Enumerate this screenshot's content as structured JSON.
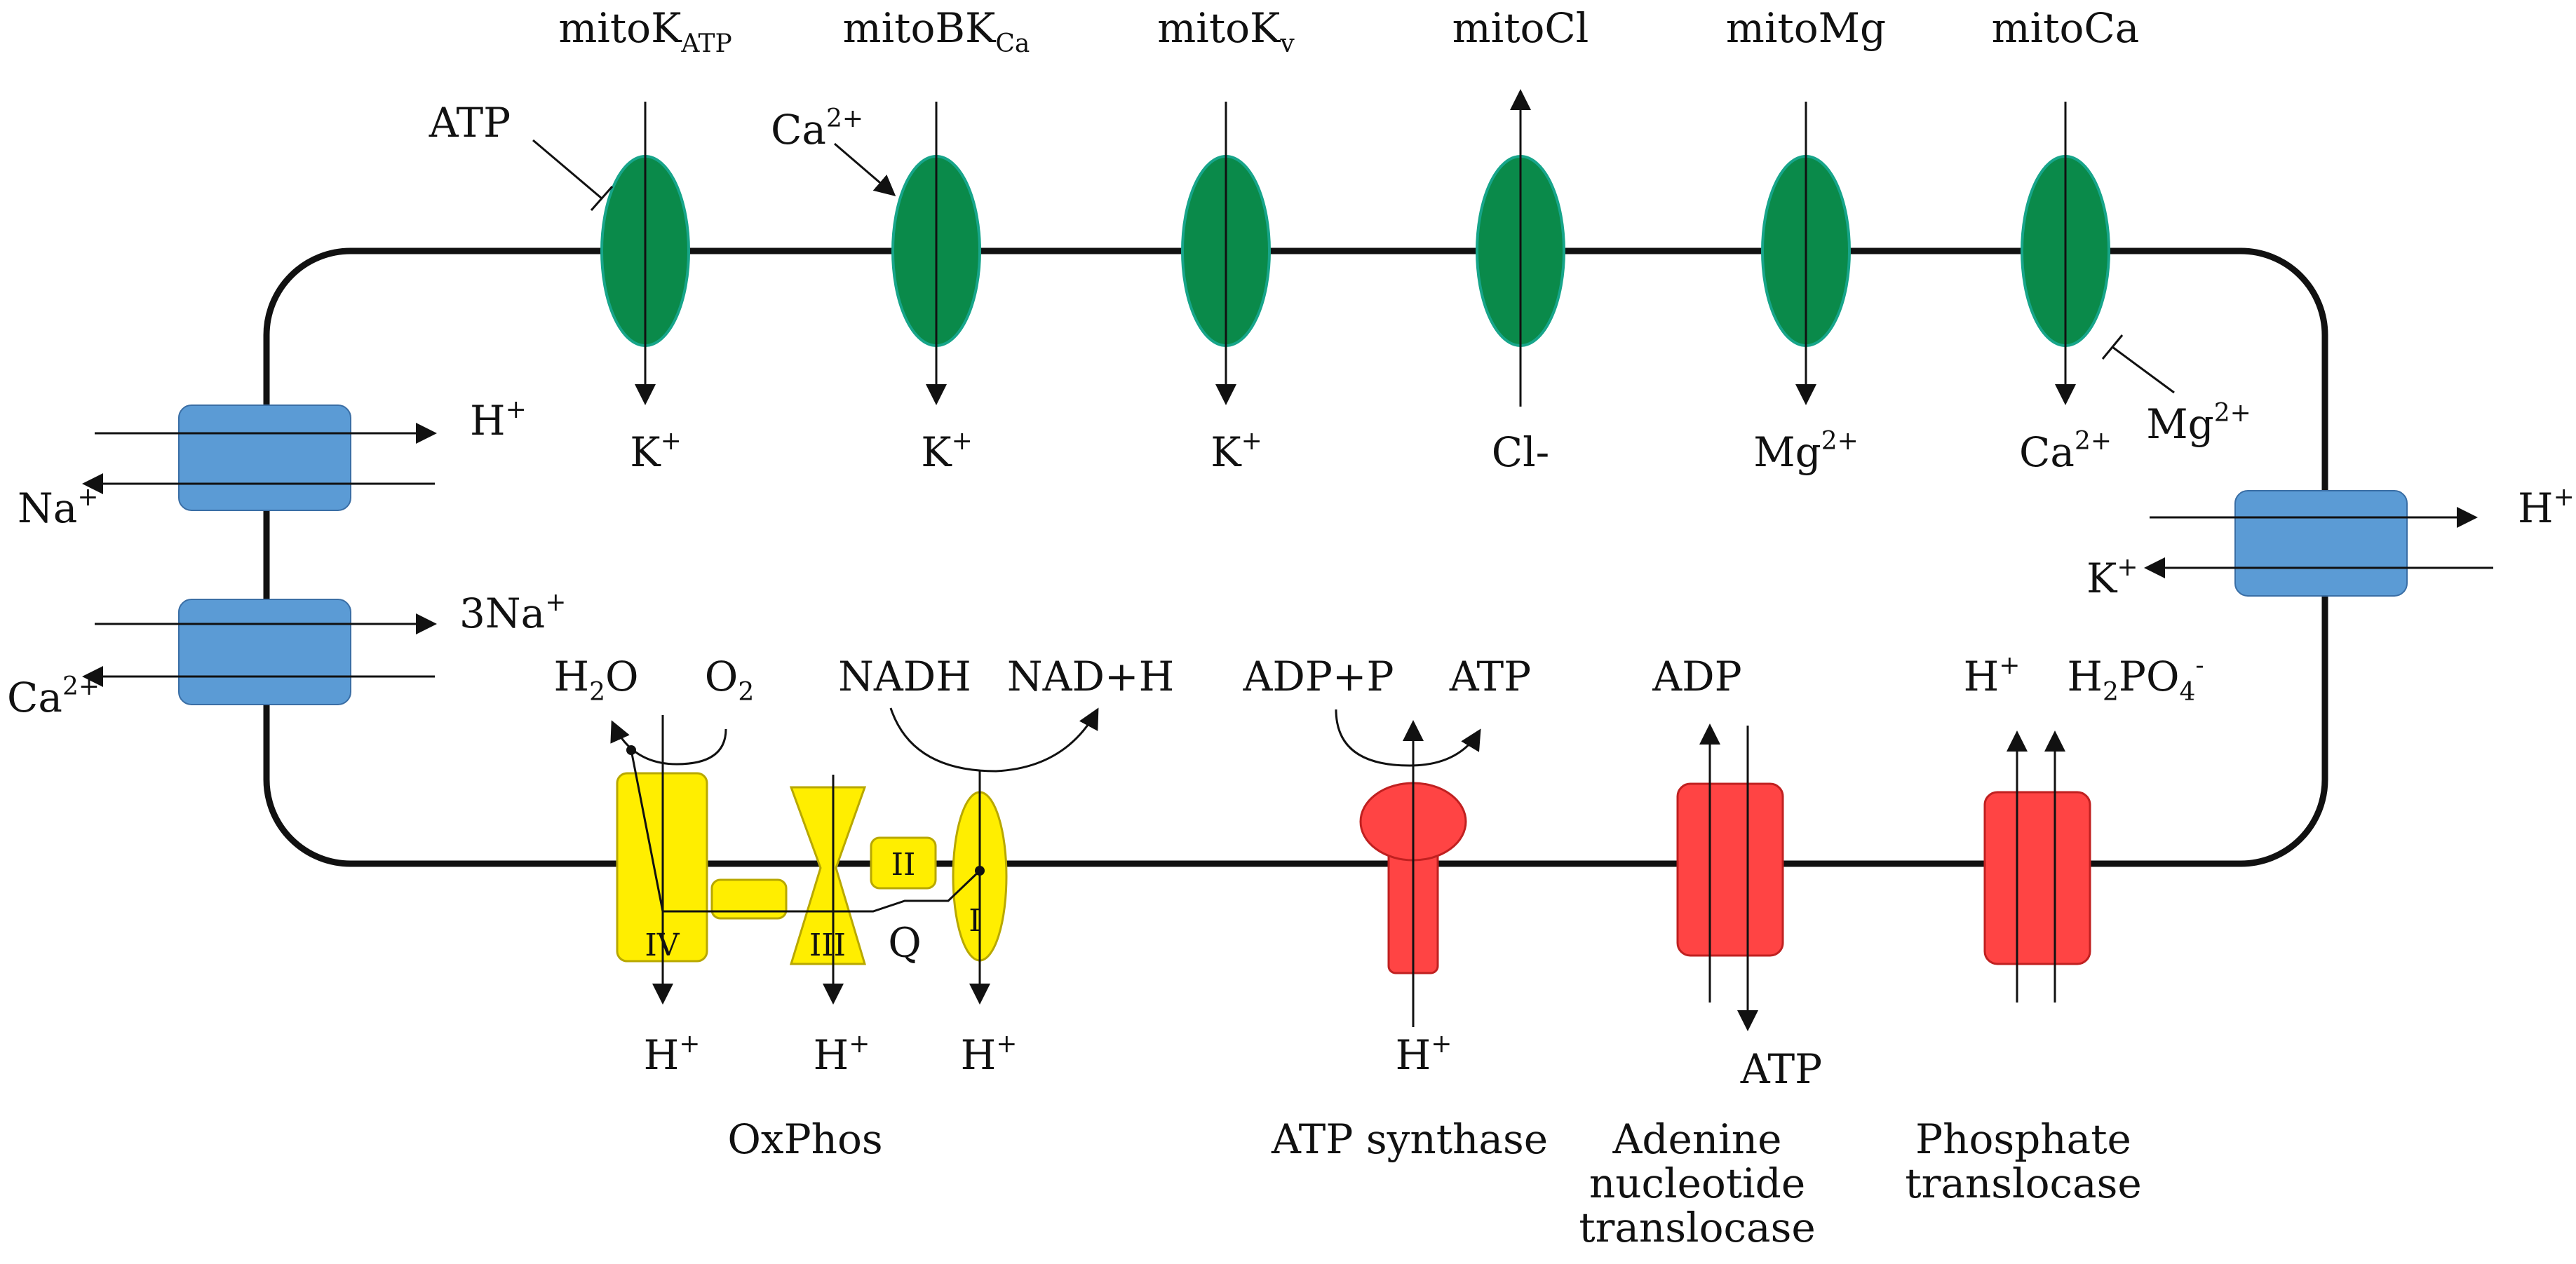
{
  "channels": [
    {
      "name": "mitoK",
      "sub": "ATP",
      "ion": "K",
      "ion_sup": "+"
    },
    {
      "name": "mitoBK",
      "sub": "Ca",
      "ion": "K",
      "ion_sup": "+"
    },
    {
      "name": "mitoK",
      "sub": "v",
      "ion": "K",
      "ion_sup": "+"
    },
    {
      "name": "mitoCl",
      "sub": "",
      "ion": "Cl-",
      "ion_sup": ""
    },
    {
      "name": "mitoMg",
      "sub": "",
      "ion": "Mg",
      "ion_sup": "2+"
    },
    {
      "name": "mitoCa",
      "sub": "",
      "ion": "Ca",
      "ion_sup": "2+"
    }
  ],
  "regulators": {
    "atp": "ATP",
    "ca": {
      "base": "Ca",
      "sup": "2+"
    },
    "mg": {
      "base": "Mg",
      "sup": "2+"
    }
  },
  "exchangers": {
    "na_h": {
      "h": "H",
      "h_sup": "+",
      "na": "Na",
      "na_sup": "+"
    },
    "na_ca": {
      "na": "3Na",
      "na_sup": "+",
      "ca": "Ca",
      "ca_sup": "2+"
    },
    "k_h": {
      "h": "H",
      "h_sup": "+",
      "k": "K",
      "k_sup": "+"
    }
  },
  "oxphos": {
    "h2o": {
      "a": "H",
      "sub": "2",
      "b": "O"
    },
    "o2": {
      "a": "O",
      "sub": "2"
    },
    "nadh": "NADH",
    "nad": "NAD+H",
    "complexes": [
      "IV",
      "III",
      "II",
      "I"
    ],
    "q": "Q",
    "h_out": {
      "base": "H",
      "sup": "+"
    },
    "label": "OxPhos"
  },
  "synthase": {
    "adp_p": "ADP+P",
    "atp": "ATP",
    "h": "H",
    "h_sup": "+",
    "label": "ATP synthase"
  },
  "ant": {
    "adp": "ADP",
    "atp": "ATP",
    "label_lines": [
      "Adenine",
      "nucleotide",
      "translocase"
    ]
  },
  "phosphate": {
    "h": "H",
    "h_sup": "+",
    "h2po4": {
      "a": "H",
      "sub1": "2",
      "b": "PO",
      "sub2": "4",
      "sup": "-"
    },
    "label_lines": [
      "Phosphate",
      "translocase"
    ]
  },
  "colors": {
    "channel": "#0a8a4a",
    "channel_edge": "#17a58a",
    "exchanger": "#5b9bd5",
    "oxphos": "#ffee00",
    "synthase": "#ff4444",
    "membrane": "#111111"
  }
}
